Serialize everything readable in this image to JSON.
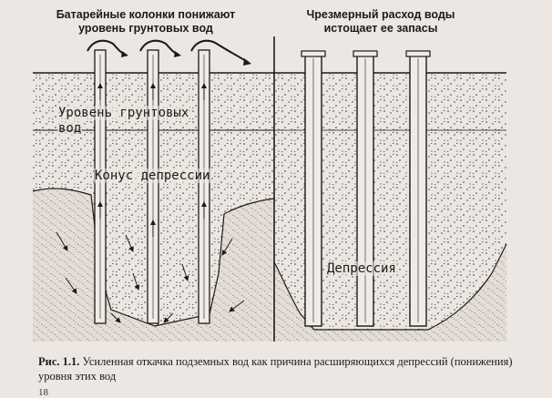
{
  "titles": {
    "left": "Батарейные колонки понижают уровень грунтовых вод",
    "right": "Чрезмерный расход воды истощает ее запасы"
  },
  "labels": {
    "groundwater_line1": "Уровень грунтовых",
    "groundwater_line2": "вод",
    "cone": "Конус депрессии",
    "depression": "Депрессия"
  },
  "caption": {
    "fig": "Рис. 1.1.",
    "text": "Усиленная откачка подземных вод как причина расширяющихся депрессий (понижения) уровня этих вод"
  },
  "page_number": "18",
  "colors": {
    "background": "#ece7e2",
    "ink": "#1c1a18",
    "water": "#e3ddd6"
  }
}
